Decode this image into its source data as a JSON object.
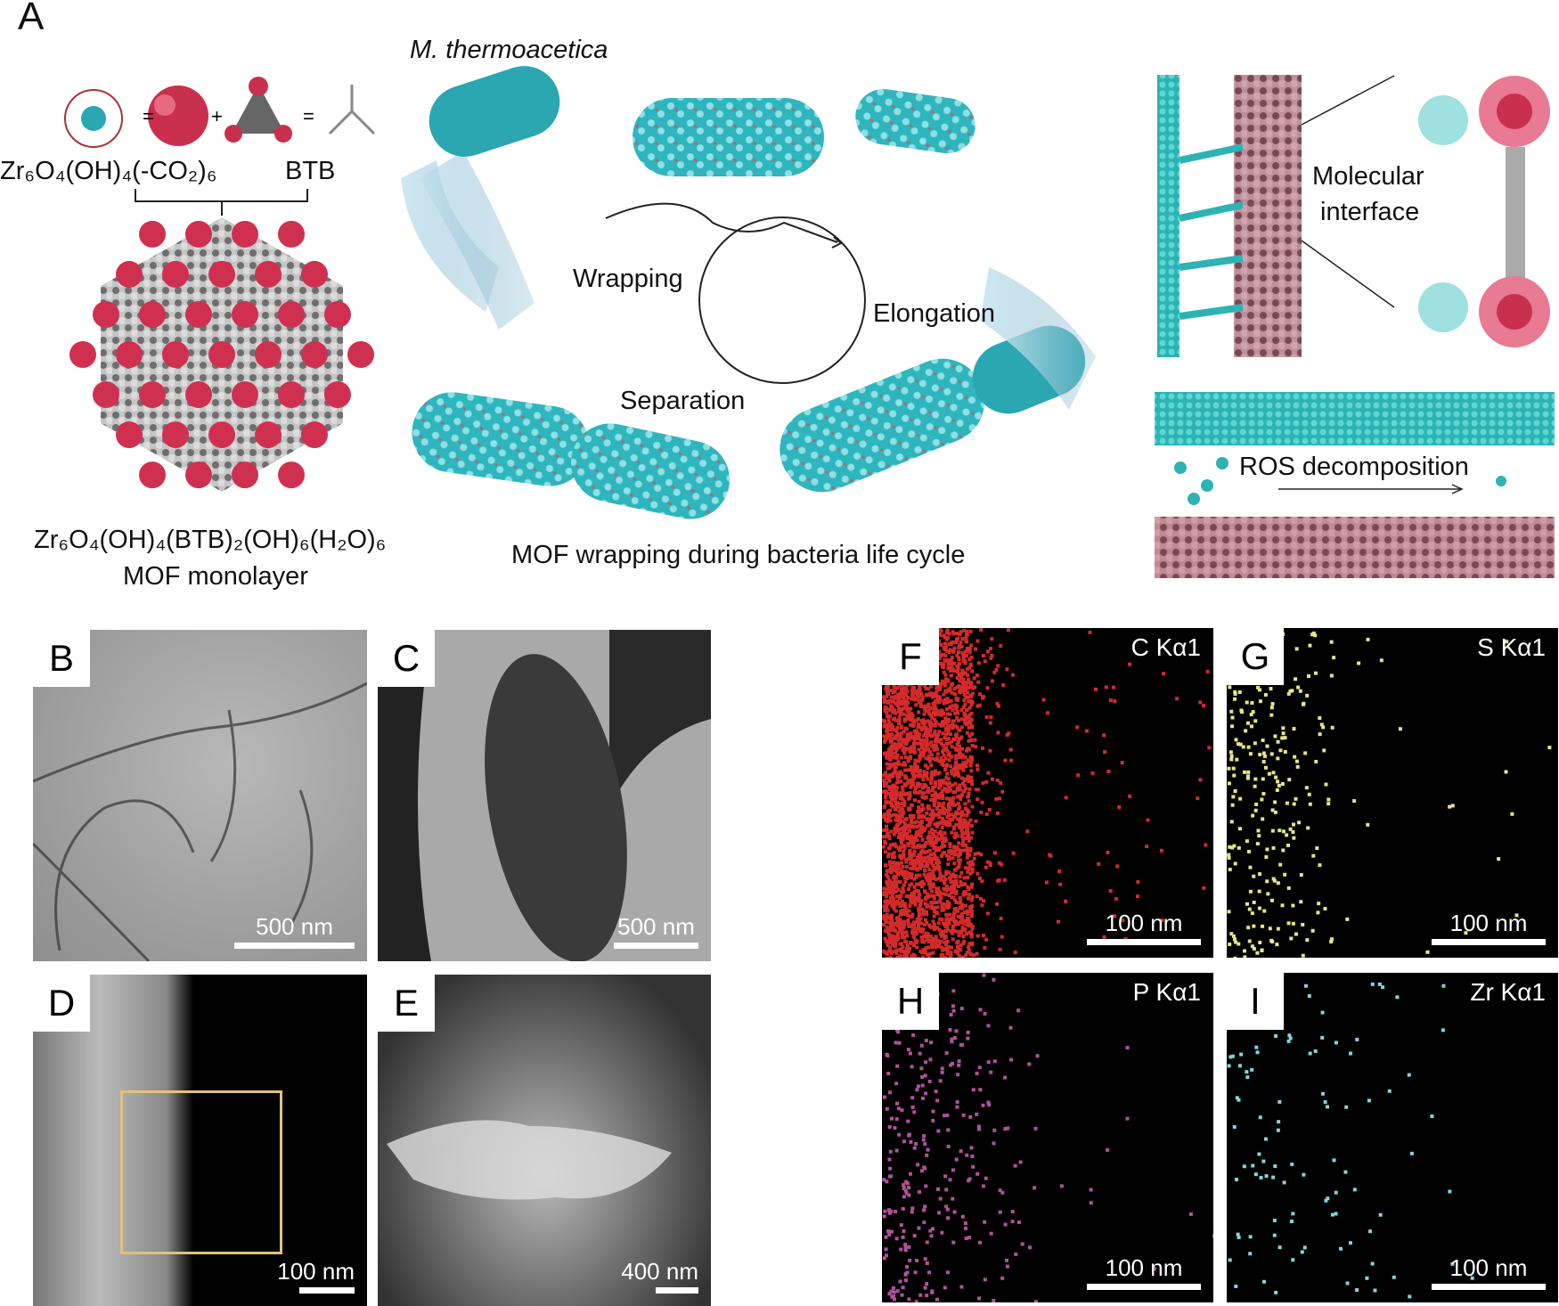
{
  "panel_a": {
    "label": "A",
    "left": {
      "cluster_formula": "Zr₆O₄(OH)₄(-CO₂)₆",
      "linker": "BTB",
      "operator_eq": "=",
      "operator_plus": "+",
      "mof_formula": "Zr₆O₄(OH)₄(BTB)₂(OH)₆(H₂O)₆",
      "mof_name": "MOF monolayer"
    },
    "middle": {
      "organism": "M. thermoacetica",
      "cycle": [
        "Wrapping",
        "Elongation",
        "Separation"
      ],
      "caption": "MOF wrapping during bacteria life cycle"
    },
    "right": {
      "interface_label_1": "Molecular",
      "interface_label_2": "interface",
      "ros_label": "ROS decomposition"
    }
  },
  "micrographs": [
    {
      "label": "B",
      "scale": "500 nm"
    },
    {
      "label": "C",
      "scale": "500 nm"
    },
    {
      "label": "D",
      "scale": "100 nm"
    },
    {
      "label": "E",
      "scale": "400 nm"
    }
  ],
  "eds_maps": [
    {
      "label": "F",
      "element": "C Kα1",
      "scale": "100 nm",
      "color": "#d42a2a"
    },
    {
      "label": "G",
      "element": "S Kα1",
      "scale": "100 nm",
      "color": "#e4e48a"
    },
    {
      "label": "H",
      "element": "P Kα1",
      "scale": "100 nm",
      "color": "#b0529a"
    },
    {
      "label": "I",
      "element": "Zr Kα1",
      "scale": "100 nm",
      "color": "#7fd6dc"
    }
  ]
}
